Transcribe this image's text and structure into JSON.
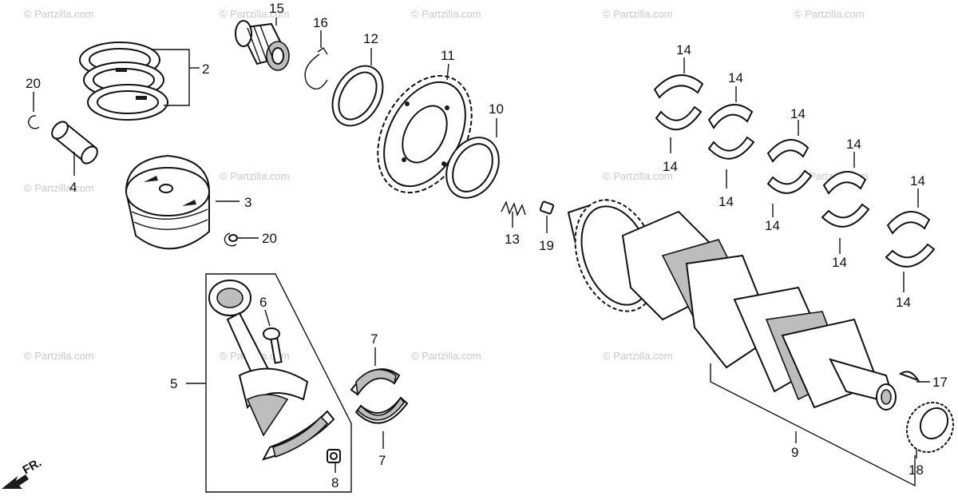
{
  "watermark": "© Partzilla.com",
  "front_marker": "FR.",
  "callouts": {
    "c2": "2",
    "c3": "3",
    "c4": "4",
    "c5": "5",
    "c6": "6",
    "c7a": "7",
    "c7b": "7",
    "c8": "8",
    "c9": "9",
    "c10": "10",
    "c11": "11",
    "c12": "12",
    "c13": "13",
    "c14a": "14",
    "c14b": "14",
    "c14c": "14",
    "c14d": "14",
    "c14e": "14",
    "c14f": "14",
    "c14g": "14",
    "c14h": "14",
    "c14i": "14",
    "c14j": "14",
    "c15": "15",
    "c16": "16",
    "c17": "17",
    "c18": "18",
    "c19": "19",
    "c20a": "20",
    "c20b": "20"
  },
  "parts": [
    "piston-ring-set",
    "piston",
    "piston-pin",
    "connecting-rod",
    "connecting-rod-bolt",
    "connecting-rod-bearing",
    "connecting-rod-nut",
    "crankshaft",
    "spacer",
    "cam-chain-sprocket",
    "collar",
    "spring",
    "main-journal-bearing",
    "needle-bearing",
    "circlip",
    "woodruff-key",
    "radial-ball-bearing",
    "dowel-pin",
    "piston-pin-clip"
  ],
  "colors": {
    "ink": "#111111",
    "paper": "#ffffff",
    "watermark": "#c9c9c9",
    "shade": "#bdbdbd"
  }
}
